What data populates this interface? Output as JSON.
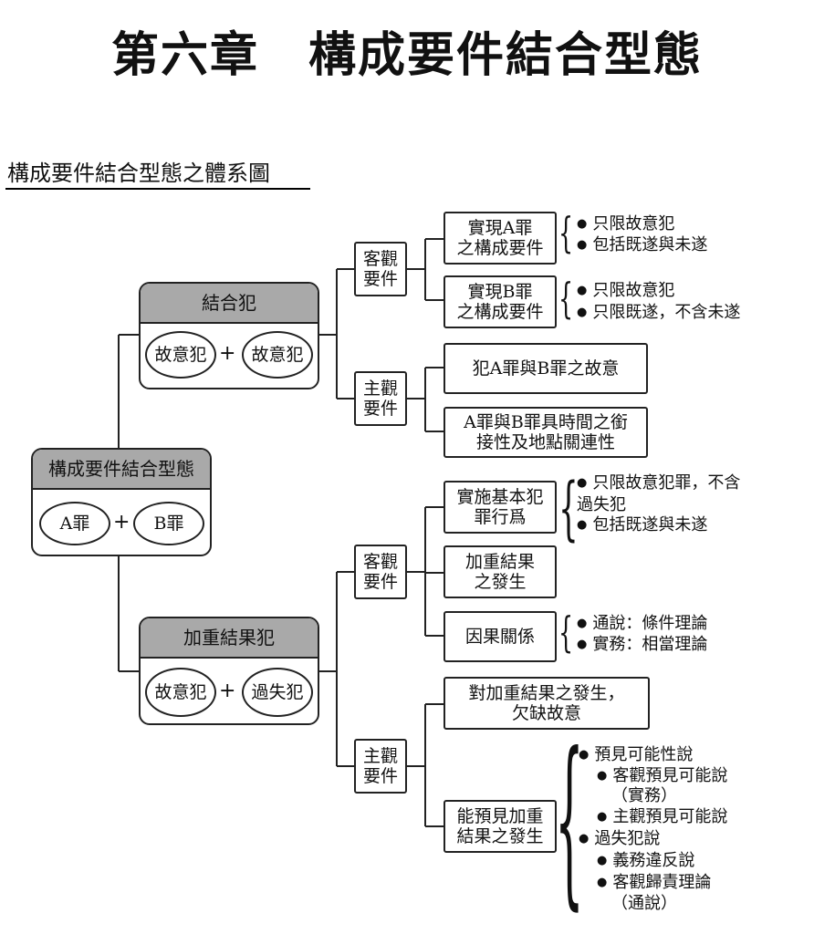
{
  "chapter_title": "第六章　構成要件結合型態",
  "diagram_title": "構成要件結合型態之體系圖",
  "root": {
    "title": "構成要件結合型態",
    "left": "A罪",
    "plus": "+",
    "right": "B罪"
  },
  "combined": {
    "title": "結合犯",
    "left": "故意犯",
    "plus": "+",
    "right": "故意犯",
    "objective_label": "客觀\n要件",
    "subjective_label": "主觀\n要件",
    "objective_items": [
      {
        "label": "實現A罪\n之構成要件",
        "notes": [
          "只限故意犯",
          "包括既遂與未遂"
        ]
      },
      {
        "label": "實現B罪\n之構成要件",
        "notes": [
          "只限故意犯",
          "只限既遂，不含未遂"
        ]
      }
    ],
    "subjective_items": [
      "犯A罪與B罪之故意",
      "A罪與B罪具時間之銜\n接性及地點關連性"
    ]
  },
  "aggravated": {
    "title": "加重結果犯",
    "left": "故意犯",
    "plus": "+",
    "right": "過失犯",
    "objective_label": "客觀\n要件",
    "subjective_label": "主觀\n要件",
    "objective_items": [
      {
        "label": "實施基本犯\n罪行爲",
        "notes": [
          "只限故意犯罪，不含\n過失犯",
          "包括既遂與未遂"
        ]
      },
      {
        "label": "加重結果\n之發生",
        "notes": []
      },
      {
        "label": "因果關係",
        "notes": [
          "通說：條件理論",
          "實務：相當理論"
        ]
      }
    ],
    "subjective_items": [
      {
        "label": "對加重結果之發生，\n欠缺故意"
      },
      {
        "label": "能預見加重\n結果之發生",
        "theories": [
          {
            "text": "預見可能性說",
            "level": 1
          },
          {
            "text": "客觀預見可能說",
            "level": 2
          },
          {
            "text": "（實務）",
            "level": 3
          },
          {
            "text": "主觀預見可能說",
            "level": 2
          },
          {
            "text": "過失犯說",
            "level": 1
          },
          {
            "text": "義務違反說",
            "level": 2
          },
          {
            "text": "客觀歸責理論",
            "level": 2
          },
          {
            "text": "（通說）",
            "level": 3
          }
        ]
      }
    ]
  }
}
